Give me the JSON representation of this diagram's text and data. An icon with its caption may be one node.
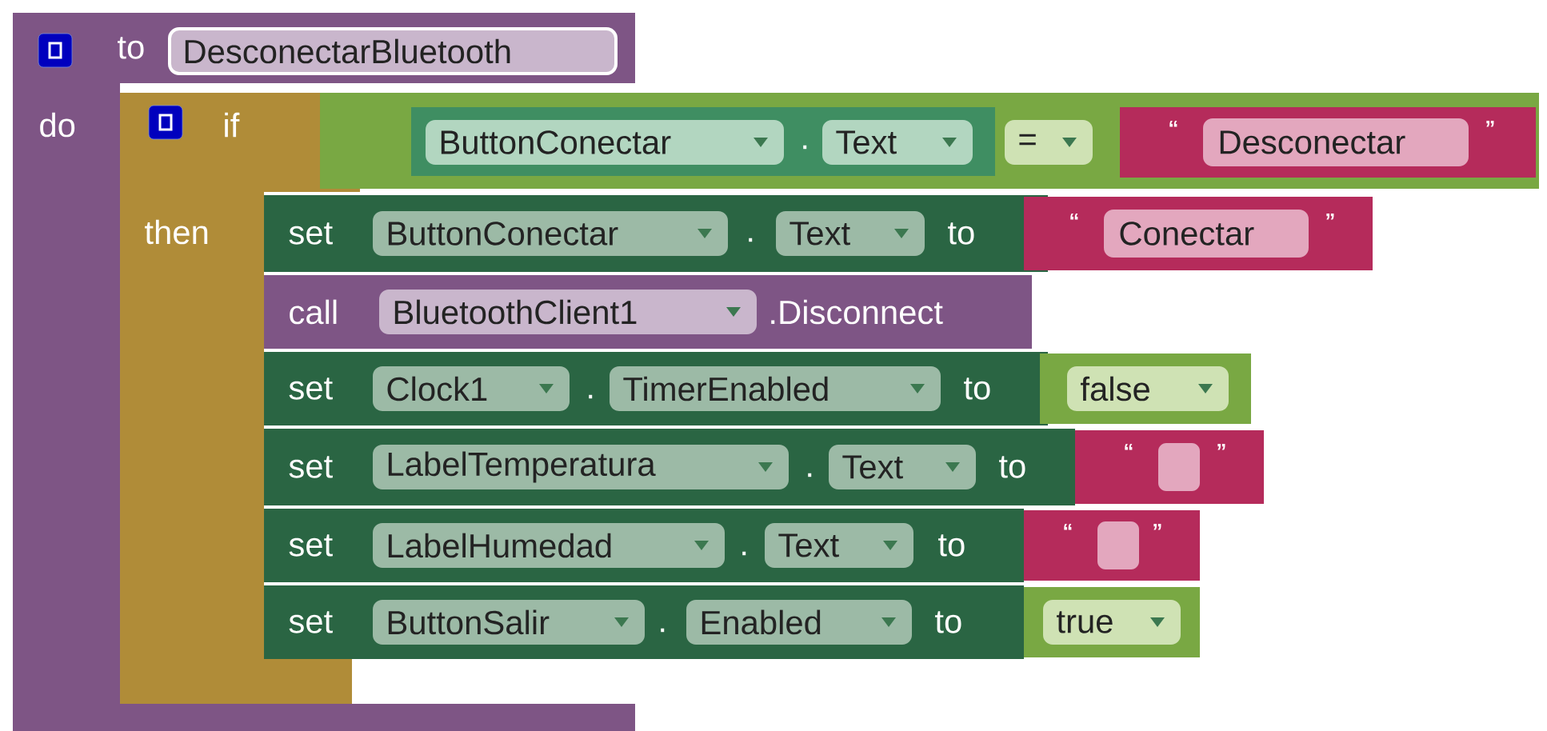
{
  "diagram": {
    "nodes": [
      {
        "text": [
          "to",
          "DesconectarBluetooth",
          "do"
        ]
      },
      {
        "text": [
          "if",
          "then"
        ]
      },
      {
        "text": [
          "="
        ]
      },
      {
        "text": [
          "ButtonConectar",
          ".",
          "Text"
        ],
        "in": 2
      },
      {
        "text": [
          "“",
          "Desconectar",
          "”"
        ],
        "in": 2
      },
      {
        "text": [
          "set",
          "ButtonConectar",
          ".",
          "Text",
          "to"
        ]
      },
      {
        "text": [
          "“",
          "Conectar",
          "”"
        ]
      },
      {
        "text": [
          "call",
          "BluetoothClient1",
          ".Disconnect"
        ]
      },
      {
        "text": [
          "set",
          "Clock1",
          ".",
          "TimerEnabled",
          "to"
        ]
      },
      {
        "text": [
          "false"
        ]
      },
      {
        "text": [
          "set",
          "LabelTemperatura",
          ".",
          "Text",
          "to"
        ]
      },
      {
        "text": [
          "“",
          "”"
        ]
      },
      {
        "text": [
          "set",
          "LabelHumedad",
          ".",
          "Text",
          "to"
        ]
      },
      {
        "text": [
          "“",
          "”"
        ]
      },
      {
        "text": [
          "set",
          "ButtonSalir",
          ".",
          "Enabled",
          "to"
        ]
      },
      {
        "text": [
          "true"
        ]
      }
    ]
  }
}
